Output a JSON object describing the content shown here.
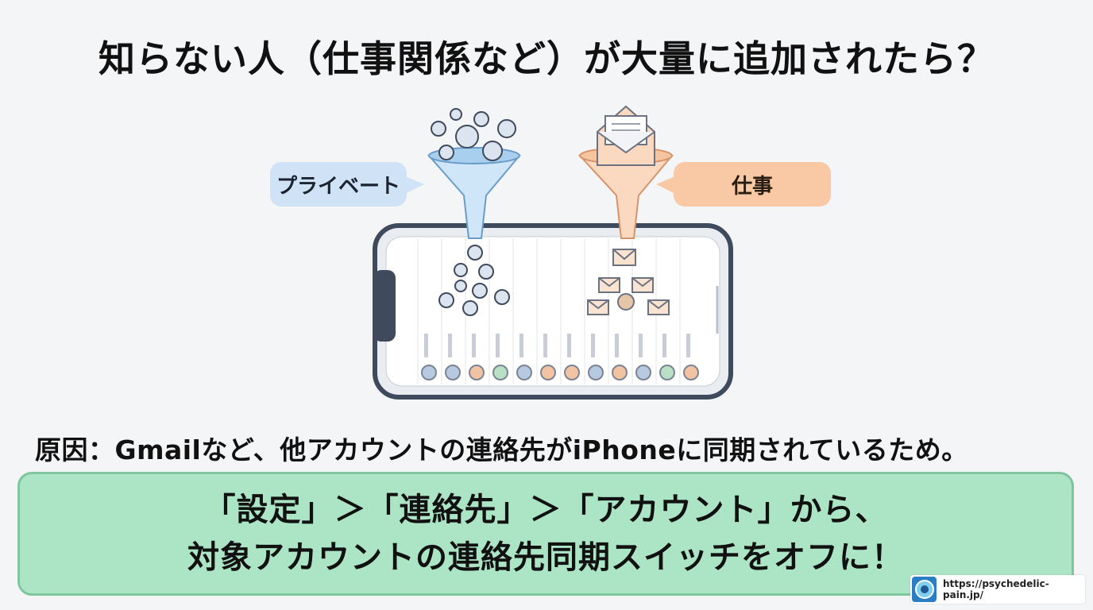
{
  "title": "知らない人（仕事関係など）が大量に追加されたら？",
  "bubbles": {
    "private": "プライベート",
    "work": "仕事"
  },
  "cause": "原因：Gmailなど、他アカウントの連絡先がiPhoneに同期されているため。",
  "instruction": {
    "line1": "「設定」＞「連絡先」＞「アカウント」から、",
    "line2": "対象アカウントの連絡先同期スイッチをオフに！"
  },
  "footer": {
    "url": "https://psychedelic-pain.jp/",
    "logo_icon": "device-hack-logo-icon"
  },
  "colors": {
    "private_bubble": "#cfe2f6",
    "work_bubble": "#f8c9a4",
    "instruction_box": "#ace5c6",
    "instruction_border": "#7fc59d"
  }
}
